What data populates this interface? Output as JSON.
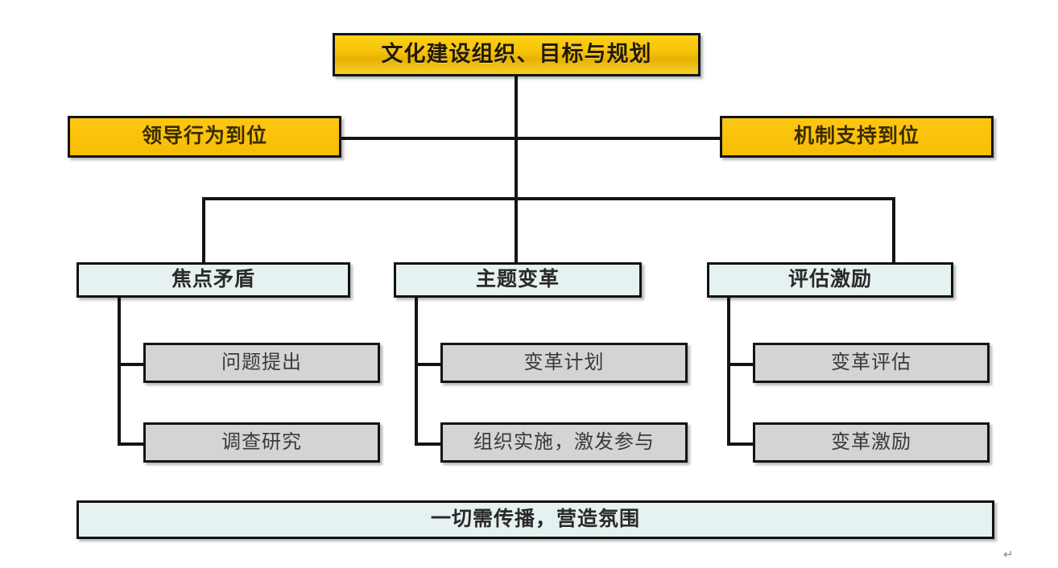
{
  "diagram": {
    "title": "文化建设组织、目标与规划",
    "type": "org-chart",
    "background_color": "#ffffff",
    "palette": {
      "gold": "#f7c50a",
      "orange": "#fbc20c",
      "cyan": "#e6f2f1",
      "gray": "#d4d4d4",
      "line": "#141414"
    },
    "root": {
      "label": "文化建设组织、目标与规划"
    },
    "supports": [
      {
        "label": "领导行为到位",
        "side": "left"
      },
      {
        "label": "机制支持到位",
        "side": "right"
      }
    ],
    "branches": [
      {
        "label": "焦点矛盾",
        "children": [
          {
            "label": "问题提出"
          },
          {
            "label": "调查研究"
          }
        ]
      },
      {
        "label": "主题变革",
        "children": [
          {
            "label": "变革计划"
          },
          {
            "label": "组织实施，激发参与"
          }
        ]
      },
      {
        "label": "评估激励",
        "children": [
          {
            "label": "变革评估"
          },
          {
            "label": "变革激励"
          }
        ]
      }
    ],
    "footer": {
      "label": "一切需传播，营造氛围"
    },
    "artifact": {
      "pilcrow": "↵"
    }
  }
}
